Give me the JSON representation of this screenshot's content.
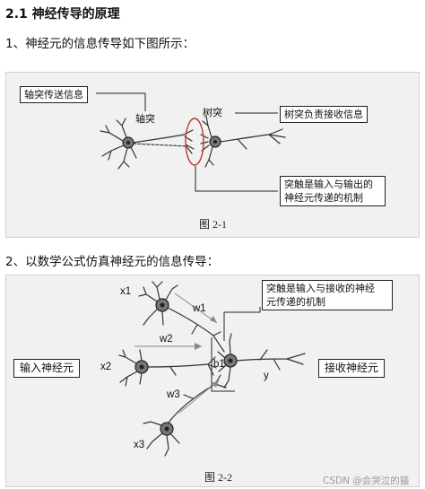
{
  "section_heading": "2.1 神经传导的原理",
  "para1": "1、神经元的信息传导如下图所示：",
  "para2": "2、以数学公式仿真神经元的信息传导：",
  "figure1": {
    "callout_axon": "轴突传送信息",
    "label_axon": "轴突",
    "label_dendrite": "树突",
    "callout_dendrite": "树突负责接收信息",
    "callout_synapse_line1": "突触是输入与输出的",
    "callout_synapse_line2": "神经元传递的机制",
    "caption": "图 2-1"
  },
  "figure2": {
    "label_x1": "x1",
    "label_x2": "x2",
    "label_x3": "x3",
    "label_w1": "w1",
    "label_w2": "w2",
    "label_w3": "w3",
    "label_b1": "b1",
    "label_y": "y",
    "callout_synapse_line1": "突触是输入与接收的神经",
    "callout_synapse_line2": "元传递的机制",
    "box_input": "输入神经元",
    "box_output": "接收神经元",
    "caption": "图 2-2"
  },
  "watermark": "CSDN @会哭泣的猫",
  "colors": {
    "highlight_circle": "#c0392b",
    "ink": "#222222",
    "figure_bg": "#f1f1f1"
  }
}
